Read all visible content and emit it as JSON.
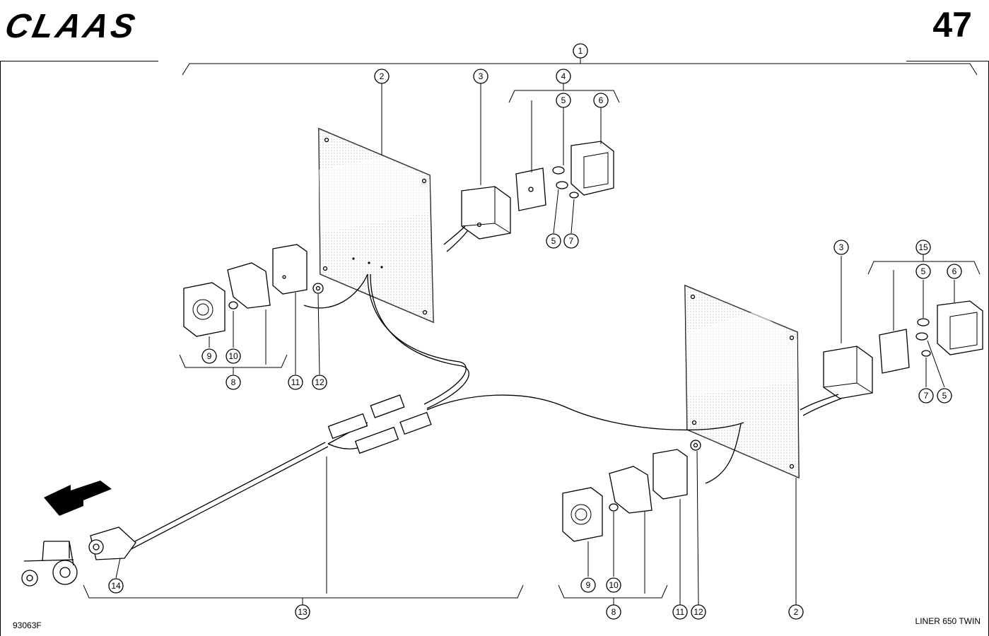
{
  "header": {
    "brand": "CLAAS",
    "page_number": "47"
  },
  "footer": {
    "drawing_code": "93063F",
    "model": "LINER 650 TWIN"
  },
  "callouts": [
    "1",
    "2",
    "3",
    "4",
    "5",
    "6",
    "7",
    "8",
    "9",
    "10",
    "11",
    "12",
    "13",
    "14",
    "15"
  ],
  "icons": [
    "arrow-left-icon",
    "tractor-icon"
  ],
  "colors": {
    "ink": "#000000",
    "paper": "#ffffff",
    "hatch": "#9a9a9a"
  }
}
